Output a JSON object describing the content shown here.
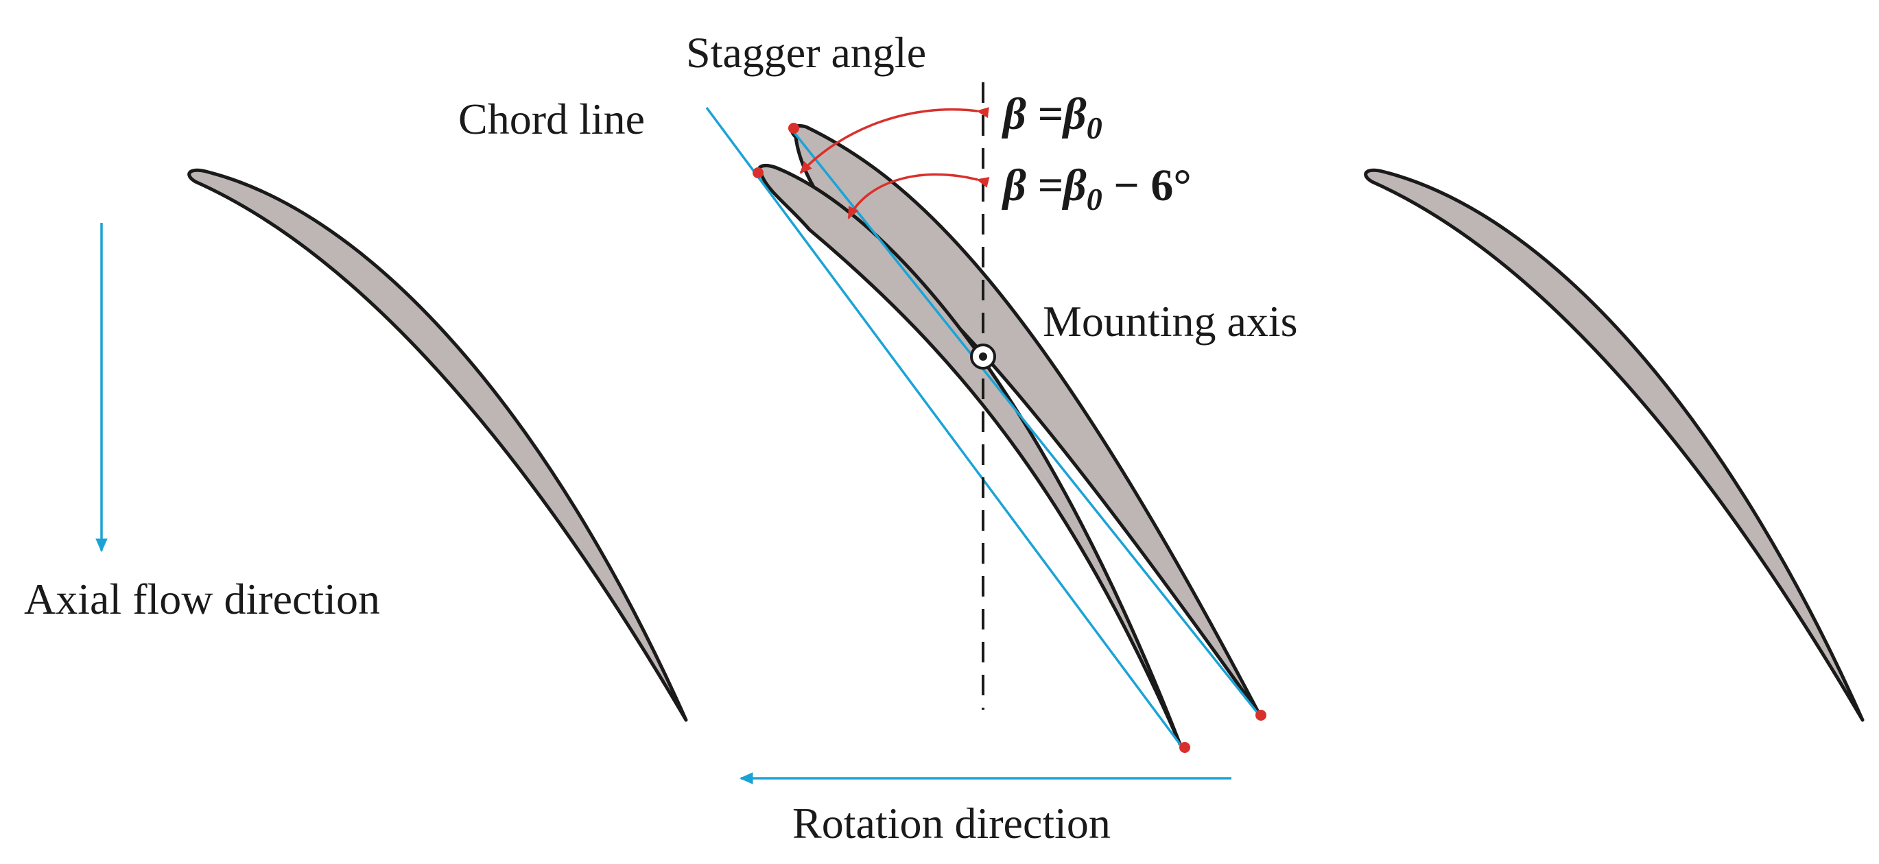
{
  "labels": {
    "stagger_angle": "Stagger angle",
    "chord_line": "Chord line",
    "mounting_axis": "Mounting axis",
    "axial_flow_direction": "Axial flow direction",
    "rotation_direction": "Rotation direction"
  },
  "angles": {
    "beta_original": "β =β",
    "beta_original_sub": "0",
    "beta_rotated": "β =β",
    "beta_rotated_sub": "0",
    "beta_rotated_suffix": " − 6°"
  },
  "colors": {
    "blade_fill": "#bdb6b4",
    "outline": "#1a1a1a",
    "chord_line": "#1ba3d6",
    "flow_arrow": "#1ba3d6",
    "angle_arc": "#d9302c",
    "edge_marker": "#d9302c"
  }
}
